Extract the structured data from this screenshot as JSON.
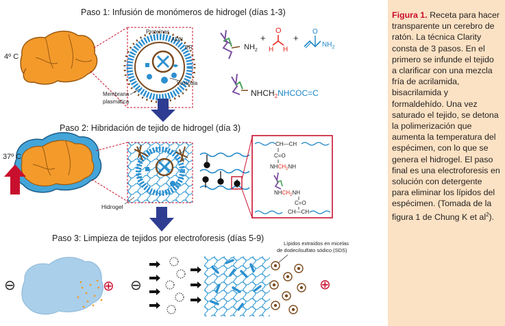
{
  "steps": {
    "step1": "Paso 1: Infusión de monómeros de hidrogel (días 1-3)",
    "step2": "Paso 2: Hibridación de tejido de hidrogel (día 3)",
    "step3": "Paso 3: Limpieza de tejidos por electroforesis (días 5-9)"
  },
  "temperatures": {
    "cold": "4º C",
    "warm": "37º C"
  },
  "labels": {
    "proteins": "Proteínas",
    "dna": "ADN",
    "er": "ER",
    "vesicle": "Vesícula",
    "membrane_line1": "Membrana",
    "membrane_line2": "plasmática",
    "hydrogel": "Hidrogel",
    "lipids_line1": "Lípidos extraídos en micelas",
    "lipids_line2": "de dodecilsulfato sódico (SDS)"
  },
  "chemistry": {
    "nh2": "NH",
    "sub2": "2",
    "plus": "+",
    "h": "H",
    "o": "O",
    "amide_formula_prefix": "NHCH",
    "amide_formula_suffix": "NHCOC=C",
    "box_ch_top": "CH—CH",
    "box_co": "C=O",
    "box_nh_top": "NH",
    "box_ch2": "CH",
    "box_nh_mid": "NH",
    "box_nh_bottom": "NH",
    "box_ch2_b": "CH",
    "box_nh_b": "NH",
    "box_co_b": "C=O",
    "box_ch_bottom": "CH—CH"
  },
  "electrodes": {
    "negative": "⊖",
    "positive": "⊕"
  },
  "caption": {
    "figure_label": "Figura 1.",
    "text": " Receta para hacer transparente un cerebro de ratón. La técnica Clarity consta de 3 pasos. En el primero se infunde el tejido a clarificar con una mezcla fría de acrilamida, bisacrilamida y formaldehído. Una vez saturado el tejido, se detona la polimerización que aumenta la temperatura del espécimen, con lo que se genera el hidrogel. El paso final es una electroforesis en solución con detergente para eliminar los lípidos del espécimen. (Tomada de la figura 1 de Chung K et al",
    "superscript": "2",
    "end": ")."
  },
  "colors": {
    "brain": "#f39a2b",
    "hydrogel": "#44a5d8",
    "arrow": "#2e3d91",
    "heat_arrow": "#c8102e",
    "cleared_brain": "#a9cfea",
    "caption_bg": "#fbe2c4",
    "caption_title": "#c8102e",
    "chem_red": "#e2231a",
    "chem_blue": "#1d86c7"
  }
}
